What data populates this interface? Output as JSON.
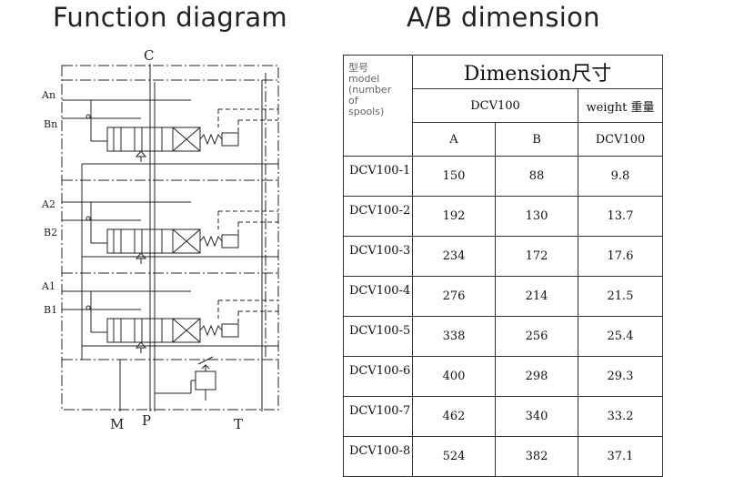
{
  "headings": {
    "left": "Function diagram",
    "right": "A/B dimension"
  },
  "diagram": {
    "ports": {
      "top": "C",
      "bottom": [
        "M",
        "P",
        "T"
      ],
      "sections": [
        {
          "a": "An",
          "b": "Bn"
        },
        {
          "a": "A2",
          "b": "B2"
        },
        {
          "a": "A1",
          "b": "B1"
        }
      ]
    }
  },
  "table": {
    "model_header": "型号\nmodel\n(number\nof\nspools)",
    "dimension_header": "Dimension尺寸",
    "group_header": "DCV100",
    "weight_header": "weight 重量",
    "col_a": "A",
    "col_b": "B",
    "col_w": "DCV100",
    "rows": [
      {
        "model": "DCV100-1",
        "a": "150",
        "b": "88",
        "w": "9.8"
      },
      {
        "model": "DCV100-2",
        "a": "192",
        "b": "130",
        "w": "13.7"
      },
      {
        "model": "DCV100-3",
        "a": "234",
        "b": "172",
        "w": "17.6"
      },
      {
        "model": "DCV100-4",
        "a": "276",
        "b": "214",
        "w": "21.5"
      },
      {
        "model": "DCV100-5",
        "a": "338",
        "b": "256",
        "w": "25.4"
      },
      {
        "model": "DCV100-6",
        "a": "400",
        "b": "298",
        "w": "29.3"
      },
      {
        "model": "DCV100-7",
        "a": "462",
        "b": "340",
        "w": "33.2"
      },
      {
        "model": "DCV100-8",
        "a": "524",
        "b": "382",
        "w": "37.1"
      }
    ]
  }
}
